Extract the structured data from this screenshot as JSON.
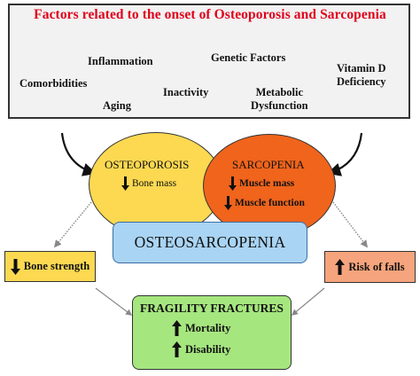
{
  "factors_box": {
    "title": "Factors related to the onset of Osteoporosis and Sarcopenia",
    "factors": {
      "inflammation": "Inflammation",
      "genetic": "Genetic Factors",
      "vitamin_d_line1": "Vitamin D",
      "vitamin_d_line2": "Deficiency",
      "comorbidities": "Comorbidities",
      "inactivity": "Inactivity",
      "metabolic_line1": "Metabolic",
      "metabolic_line2": "Dysfunction",
      "aging": "Aging"
    }
  },
  "osteoporosis": {
    "title": "OSTEOPOROSIS",
    "item": "Bone mass",
    "item_icon": "down-arrow-icon",
    "color": "#fcd951"
  },
  "sarcopenia": {
    "title": "SARCOPENIA",
    "items": [
      "Muscle mass",
      "Muscle function"
    ],
    "item_icon": "down-arrow-icon",
    "color": "#f0641c"
  },
  "osteosarcopenia": {
    "label": "OSTEOSARCOPENIA",
    "color": "#a9d4f3"
  },
  "outcomes": {
    "bone_strength": {
      "label": "Bone strength",
      "icon": "down-arrow-icon",
      "color": "#fcd951"
    },
    "risk_of_falls": {
      "label": "Risk of falls",
      "icon": "up-arrow-icon",
      "color": "#f6a47d"
    }
  },
  "fragility": {
    "title": "FRAGILITY FRACTURES",
    "items": [
      "Mortality",
      "Disability"
    ],
    "item_icon": "up-arrow-icon",
    "color": "#a6e67f"
  },
  "colors": {
    "title_red": "#e0001b",
    "border": "#333333"
  }
}
